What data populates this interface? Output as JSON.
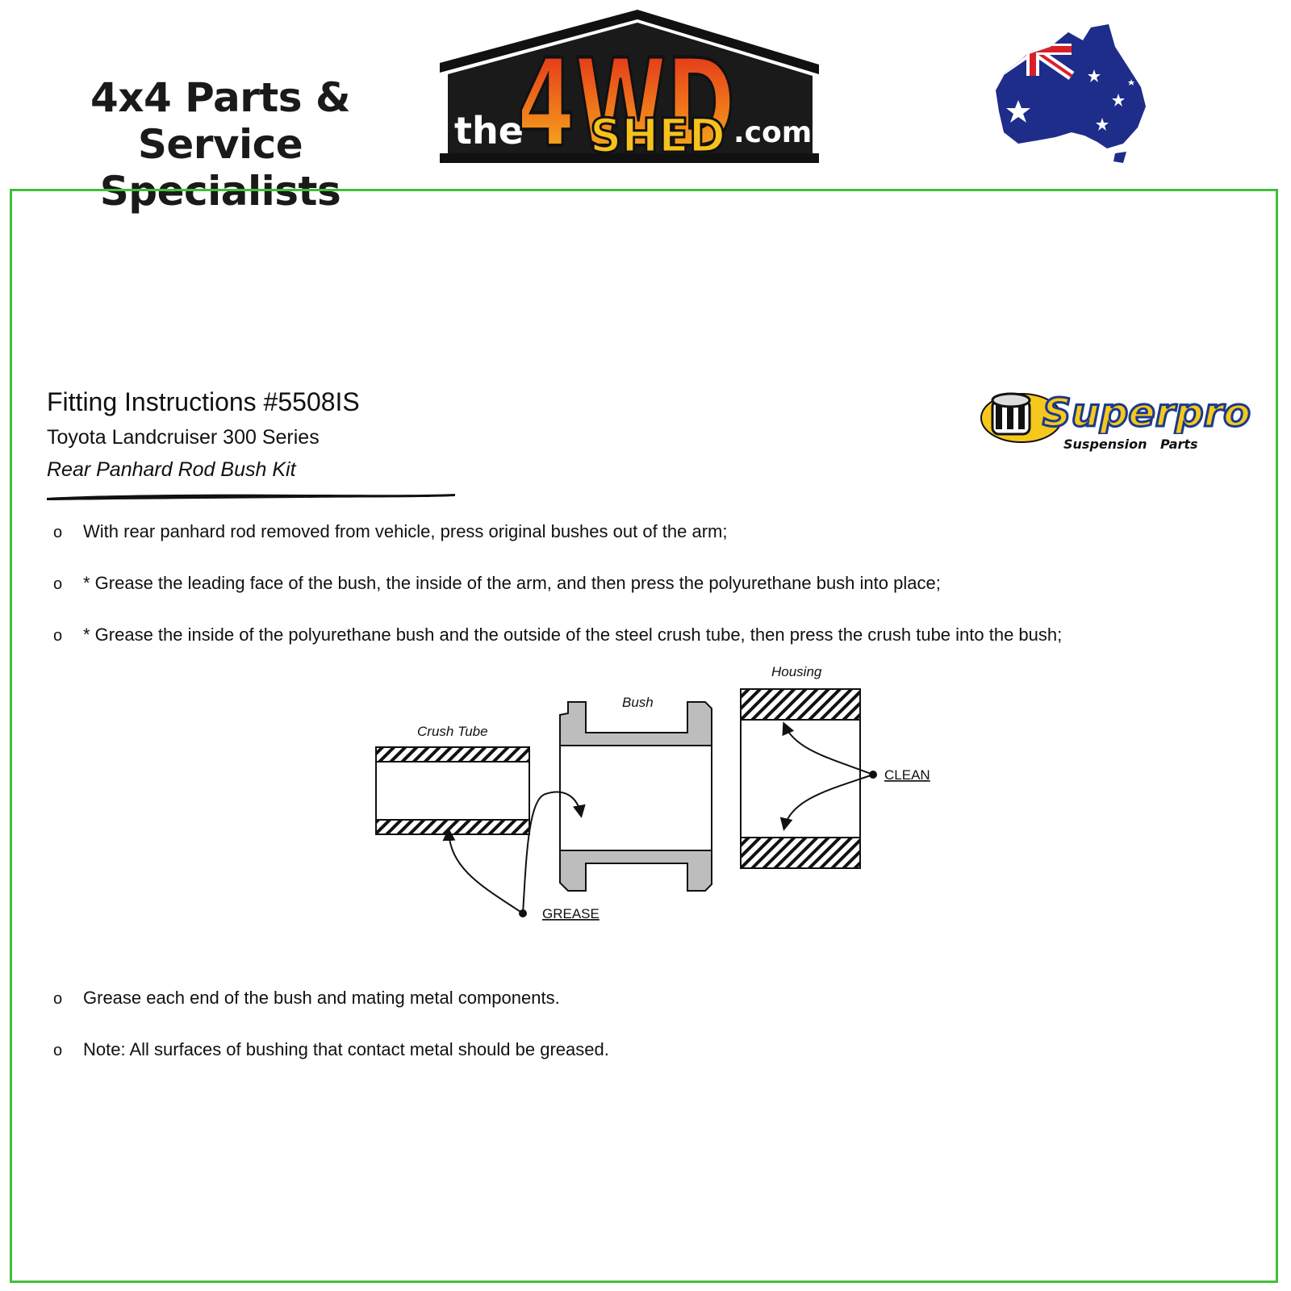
{
  "header": {
    "tagline_line1": "4x4 Parts & Service",
    "tagline_line2": "Specialists",
    "logo": {
      "word_the": "the",
      "word_4wd": "4WD",
      "word_shed": "SHED",
      "word_com": ".com"
    },
    "map_icon": "australia-flag-map-icon"
  },
  "document": {
    "title": "Fitting Instructions #5508IS",
    "model": "Toyota Landcruiser 300 Series",
    "kit": "Rear Panhard Rod Bush Kit",
    "brand_logo": {
      "word": "Superpro",
      "sub_left": "Suspension",
      "sub_right": "Parts"
    }
  },
  "steps_before": [
    "With rear panhard rod removed from vehicle, press original bushes out of the arm;",
    "* Grease the leading face of the bush, the inside of the arm, and then press the polyurethane bush into place;",
    "* Grease the inside of the polyurethane bush and the outside of the steel crush tube, then press the crush tube into the bush;"
  ],
  "diagram": {
    "label_crush_tube": "Crush Tube",
    "label_bush": "Bush",
    "label_housing": "Housing",
    "label_grease": "GREASE",
    "label_clean": "CLEAN"
  },
  "steps_after": [
    "Grease each end of the bush and mating metal components.",
    "Note: All surfaces of bushing that contact metal should be greased."
  ],
  "colors": {
    "frame_border": "#43bf3c",
    "logo_orange": "#f07a1a",
    "logo_yellow": "#f6c21b",
    "superpro_yellow": "#f6c81e",
    "superpro_blue": "#1b3a8c"
  },
  "bullet_glyph": "o"
}
